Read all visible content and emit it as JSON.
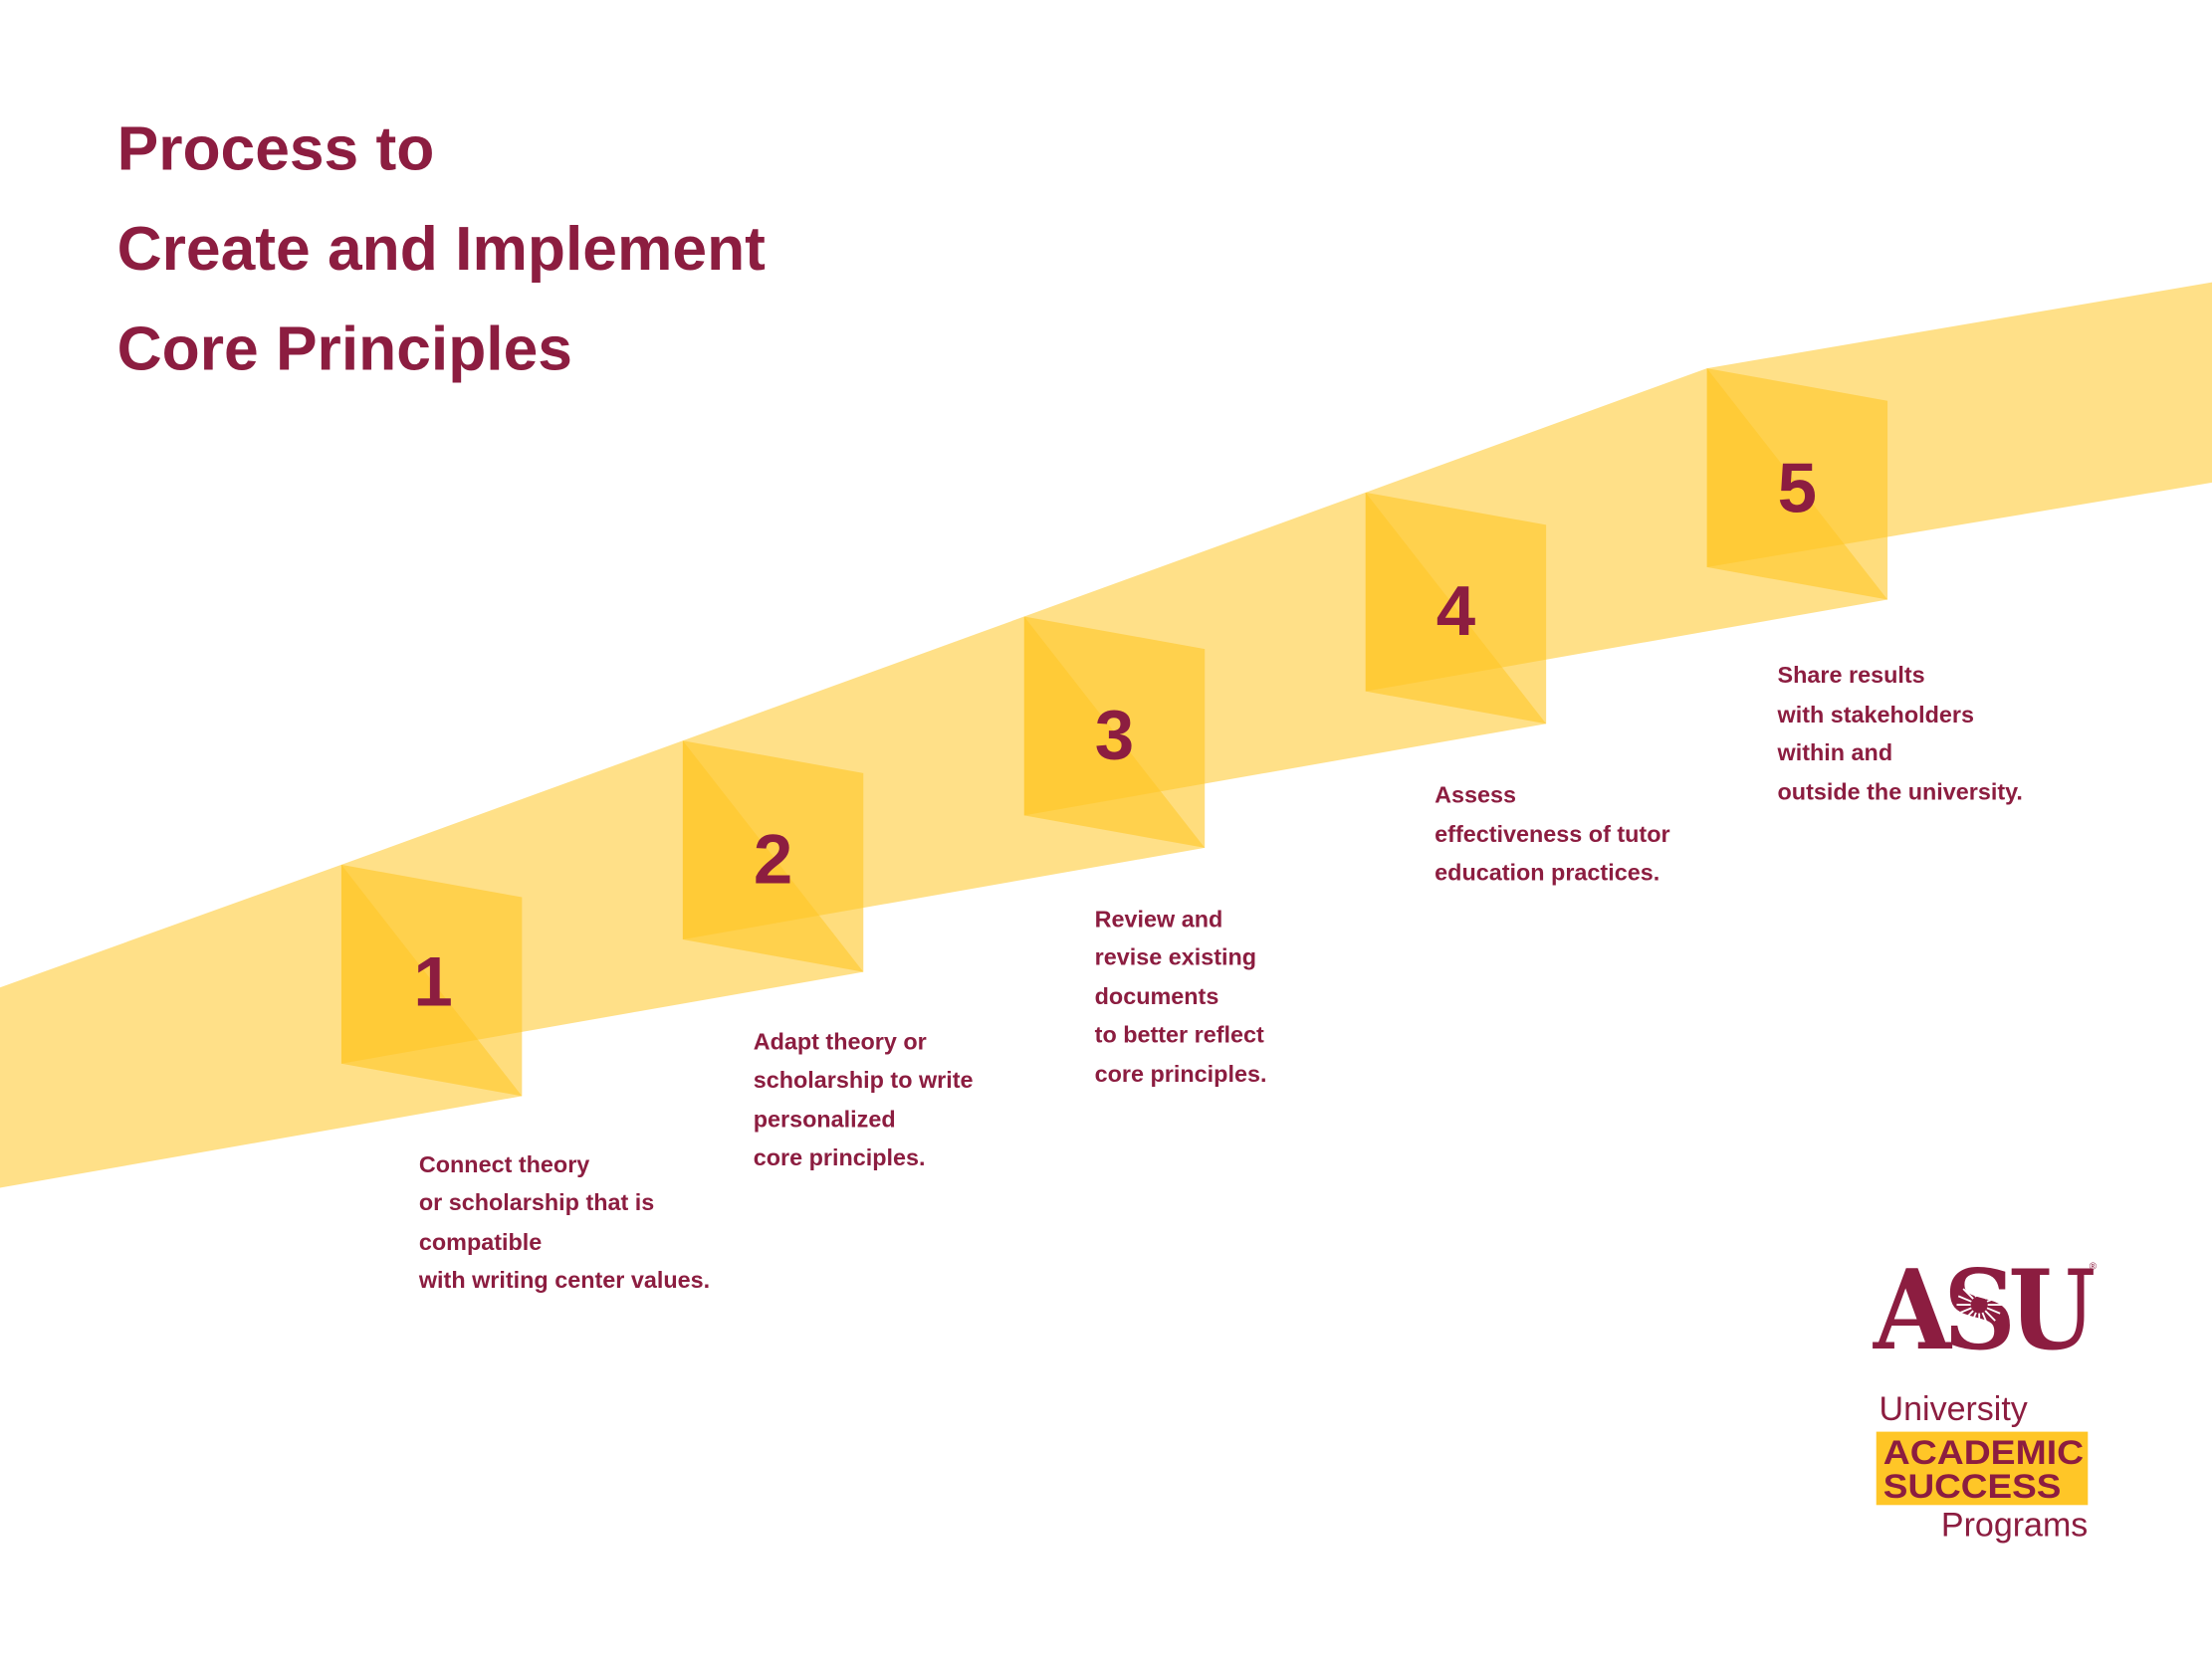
{
  "title": {
    "lines": [
      "Process to",
      "Create and Implement",
      "Core Principles"
    ]
  },
  "colors": {
    "maroon": "#8C1D40",
    "gold": "#FFC627",
    "background": "#FFFFFF"
  },
  "steps": [
    {
      "number": "1",
      "lines": [
        "Connect theory",
        "or scholarship that is",
        "compatible",
        "with writing center values."
      ]
    },
    {
      "number": "2",
      "lines": [
        "Adapt theory or",
        "scholarship to write",
        "personalized",
        "core principles."
      ]
    },
    {
      "number": "3",
      "lines": [
        "Review and",
        "revise existing",
        "documents",
        "to better reflect",
        "core principles."
      ]
    },
    {
      "number": "4",
      "lines": [
        "Assess",
        "effectiveness of tutor",
        "education practices."
      ]
    },
    {
      "number": "5",
      "lines": [
        "Share results",
        "with stakeholders",
        "within and",
        "outside the university."
      ]
    }
  ],
  "logo": {
    "mark": "ASU",
    "registered": "®",
    "line1": "University",
    "line2": "ACADEMIC",
    "line3": "SUCCESS",
    "line4": "Programs"
  }
}
